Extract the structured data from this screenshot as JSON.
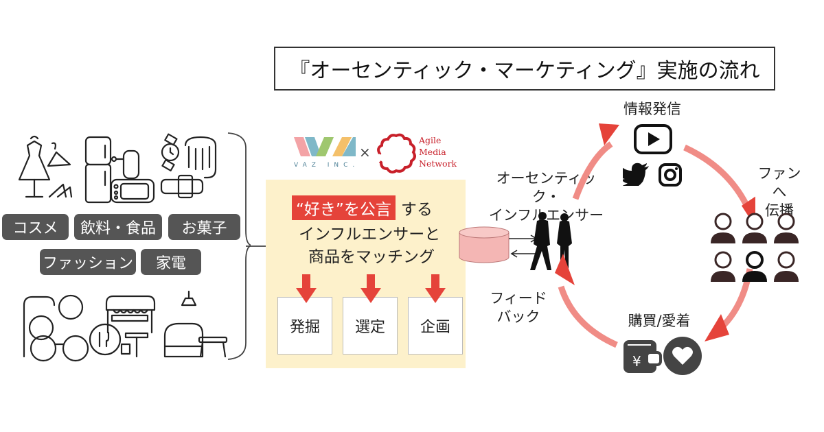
{
  "title": "『オーセンティック・マーケティング』実施の流れ",
  "categories": {
    "icons_top": [
      "dress-hanger-shoes-icon",
      "fridge-mixer-microwave-icon",
      "watch-bag-belt-icon"
    ],
    "tags_row1": [
      "コスメ",
      "飲料・食品",
      "お菓子"
    ],
    "tags_row2": [
      "ファッション",
      "家電"
    ],
    "icons_bottom": [
      "mirror-sunglasses-icon",
      "restaurant-store-icon",
      "sofa-lamp-table-icon"
    ]
  },
  "logos": {
    "vaz_mark": "VAZ",
    "vaz_sub": "VAZ INC.",
    "times": "×",
    "amn_lines": [
      "Agile",
      "Media",
      "Network"
    ]
  },
  "matching": {
    "highlight": "“好き”を公言",
    "line1_rest": "する",
    "line2": "インフルエンサーと",
    "line3": "商品をマッチング",
    "steps": [
      "発掘",
      "選定",
      "企画"
    ]
  },
  "cycle": {
    "influencer_label": [
      "オーセンティック・",
      "インフルエンサー"
    ],
    "broadcast_label": "情報発信",
    "fans_label": [
      "ファンへ",
      "伝播"
    ],
    "purchase_label": "購買/愛着",
    "feedback_label": [
      "フィード",
      "バック"
    ]
  },
  "colors": {
    "accent_red": "#e5433a",
    "arc_pink": "#f08c86",
    "panel_yellow": "#fdf1cb",
    "pill_gray": "#555555",
    "db_pink": "#f4b6b4"
  }
}
